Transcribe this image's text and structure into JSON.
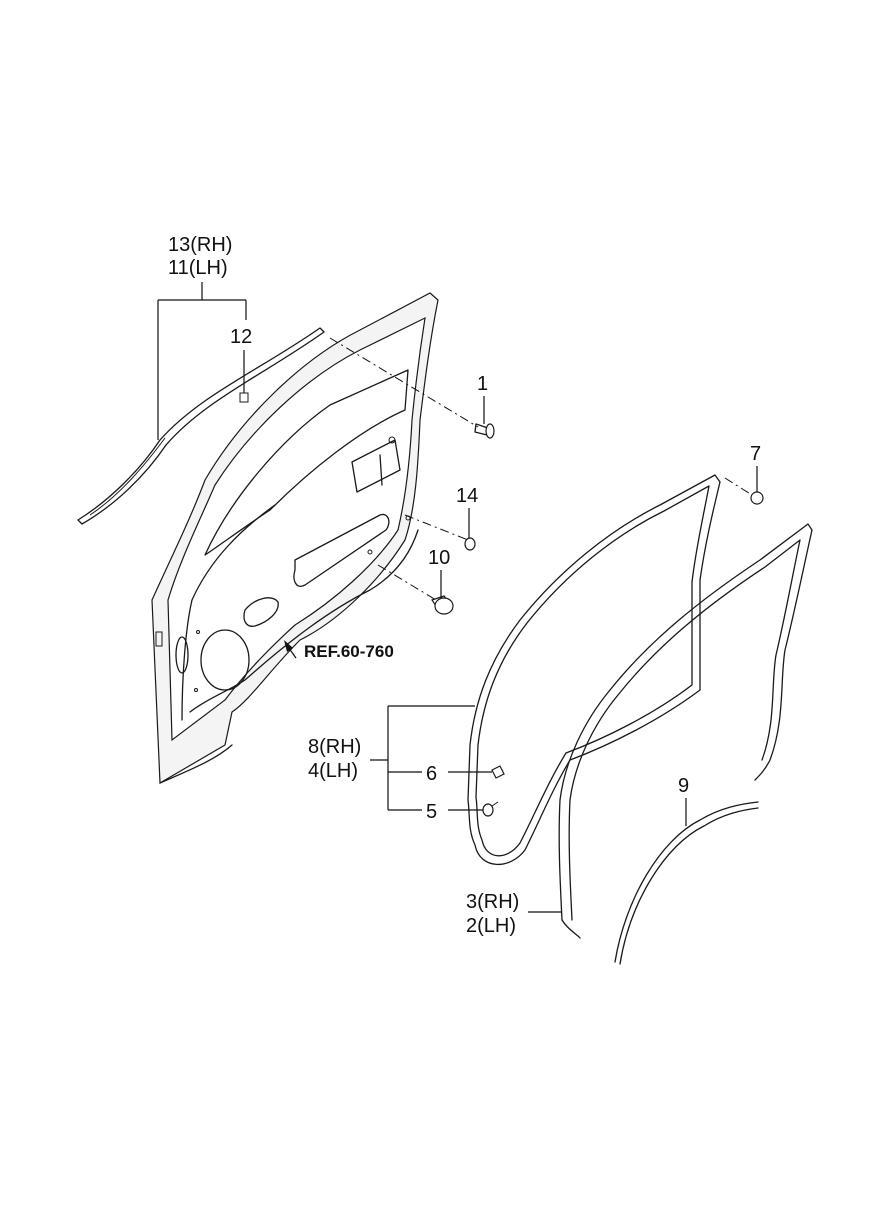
{
  "callouts": {
    "p13": "13(RH)",
    "p11": "11(LH)",
    "p12": "12",
    "p1": "1",
    "p14": "14",
    "p10": "10",
    "p7": "7",
    "p8": "8(RH)",
    "p4": "4(LH)",
    "p6": "6",
    "p5": "5",
    "p9": "9",
    "p3": "3(RH)",
    "p2": "2(LH)"
  },
  "reference": {
    "label": "REF.60-760"
  },
  "colors": {
    "line": "#1a1a1a",
    "panel_fill": "#f4f4f4",
    "background": "#ffffff"
  }
}
